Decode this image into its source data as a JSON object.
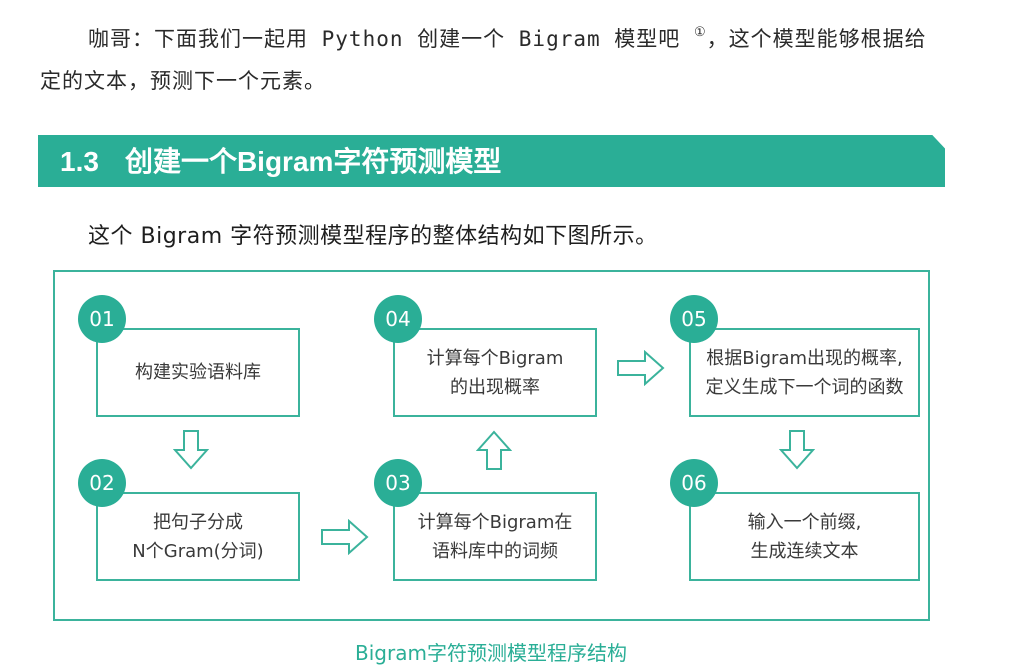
{
  "intro": {
    "line1": "咖哥：下面我们一起用 Python 创建一个 Bigram 模型吧",
    "footnote_mark": "①",
    "line1_end": "，这个模型能够根据给",
    "line2": "定的文本，预测下一个元素。"
  },
  "section": {
    "number": "1.3",
    "title": "创建一个Bigram字符预测模型"
  },
  "subtitle": "这个 Bigram 字符预测模型程序的整体结构如下图所示。",
  "steps": [
    {
      "badge": "01",
      "line1": "构建实验语料库",
      "line2": ""
    },
    {
      "badge": "02",
      "line1": "把句子分成",
      "line2": "N个Gram(分词)"
    },
    {
      "badge": "03",
      "line1": "计算每个Bigram在",
      "line2": "语料库中的词频"
    },
    {
      "badge": "04",
      "line1": "计算每个Bigram",
      "line2": "的出现概率"
    },
    {
      "badge": "05",
      "line1": "根据Bigram出现的概率,",
      "line2": "定义生成下一个词的函数"
    },
    {
      "badge": "06",
      "line1": "输入一个前缀,",
      "line2": "生成连续文本"
    }
  ],
  "caption": "Bigram字符预测模型程序结构",
  "colors": {
    "accent": "#2aae96",
    "border": "#3bb39c"
  },
  "icons": [
    "arrow-down-icon",
    "arrow-right-icon",
    "arrow-up-icon"
  ]
}
